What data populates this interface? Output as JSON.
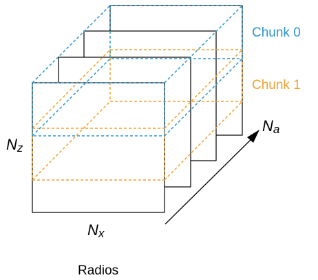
{
  "labels": {
    "chunk0": "Chunk 0",
    "chunk1": "Chunk 1",
    "nz_main": "N",
    "nz_sub": "z",
    "nx_main": "N",
    "nx_sub": "x",
    "na_main": "N",
    "na_sub": "a",
    "caption": "Radios"
  },
  "colors": {
    "chunk0": "#2e95c9",
    "chunk1": "#f0a030",
    "outline": "#000000"
  }
}
